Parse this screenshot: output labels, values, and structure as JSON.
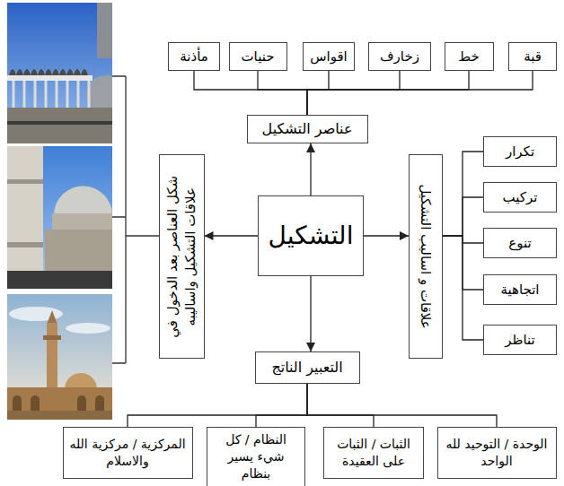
{
  "diagram": {
    "nodes": [
      {
        "text": [
          "قبة"
        ]
      },
      {
        "text": [
          "خط"
        ]
      },
      {
        "text": [
          "زخارف"
        ]
      },
      {
        "text": [
          "اقواس"
        ]
      },
      {
        "text": [
          "حنيات"
        ]
      },
      {
        "text": [
          "مأذنة"
        ]
      },
      {
        "text": [
          "عناصر التشكيل"
        ]
      },
      {
        "text": [
          "علاقات و اساليب التشكيل"
        ]
      },
      {
        "text": [
          "التشكيل"
        ]
      },
      {
        "text": [
          "شكل العناصر بعد الدخول في علاقات التشكيل واساليبه"
        ]
      },
      {
        "text": [
          "تكرار"
        ]
      },
      {
        "text": [
          "تركيب"
        ]
      },
      {
        "text": [
          "تنوع"
        ]
      },
      {
        "text": [
          "اتجاهية"
        ]
      },
      {
        "text": [
          "تناظر"
        ]
      },
      {
        "text": [
          "التعبير الناتج"
        ]
      },
      {
        "text": [
          "الوحدة / التوحيد لله الواحد"
        ]
      },
      {
        "text": [
          "الثبات / الثبات على العقيدة"
        ]
      },
      {
        "text": [
          "النظام / كل شيء يسير بنظام"
        ]
      },
      {
        "text": [
          "المركزية / مركزية الله والاسلام"
        ]
      }
    ],
    "edges": [
      {
        "from": 0,
        "to": 6,
        "arrow": "none"
      },
      {
        "from": 1,
        "to": 6,
        "arrow": "none"
      },
      {
        "from": 2,
        "to": 6,
        "arrow": "none"
      },
      {
        "from": 3,
        "to": 6,
        "arrow": "none"
      },
      {
        "from": 4,
        "to": 6,
        "arrow": "none"
      },
      {
        "from": 5,
        "to": 6,
        "arrow": "none"
      },
      {
        "from": 8,
        "to": 6,
        "arrow": "to"
      },
      {
        "from": 8,
        "to": 7,
        "arrow": "to"
      },
      {
        "from": 8,
        "to": 9,
        "arrow": "to"
      },
      {
        "from": 8,
        "to": 15,
        "arrow": "to"
      },
      {
        "from": 7,
        "to": 10,
        "arrow": "none"
      },
      {
        "from": 7,
        "to": 11,
        "arrow": "none"
      },
      {
        "from": 7,
        "to": 12,
        "arrow": "none"
      },
      {
        "from": 7,
        "to": 13,
        "arrow": "none"
      },
      {
        "from": 7,
        "to": 14,
        "arrow": "none"
      },
      {
        "from": 15,
        "to": 16,
        "arrow": "none"
      },
      {
        "from": 15,
        "to": 17,
        "arrow": "none"
      },
      {
        "from": 15,
        "to": 18,
        "arrow": "none"
      },
      {
        "from": 15,
        "to": 19,
        "arrow": "none"
      }
    ]
  }
}
